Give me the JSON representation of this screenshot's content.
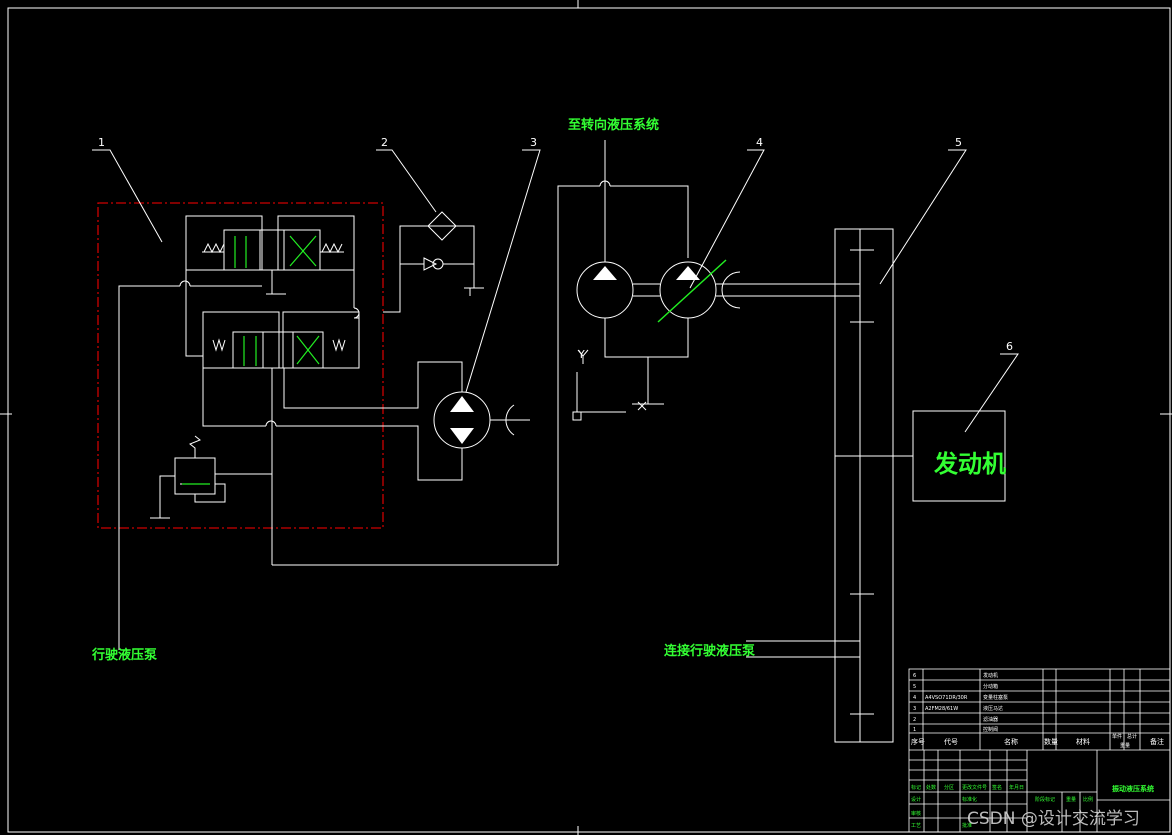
{
  "callouts": [
    "1",
    "2",
    "3",
    "4",
    "5",
    "6"
  ],
  "labels": {
    "to_steering": "至转向液压系统",
    "travel_pump": "行驶液压泵",
    "connect_travel_pump": "连接行驶液压泵",
    "engine": "发动机",
    "port_y": "Y"
  },
  "title_block": {
    "parts": [
      {
        "no": "6",
        "code": "",
        "name": "发动机"
      },
      {
        "no": "5",
        "code": "",
        "name": "分动箱"
      },
      {
        "no": "4",
        "code": "A4VSO71DR/30R",
        "name": "变量柱塞泵"
      },
      {
        "no": "3",
        "code": "A2FM28/61W",
        "name": "液压马达"
      },
      {
        "no": "2",
        "code": "",
        "name": "滤油器"
      },
      {
        "no": "1",
        "code": "",
        "name": "控制阀"
      }
    ],
    "header": {
      "no": "序号",
      "code": "代号",
      "name": "名称",
      "qty": "数量",
      "material": "材料",
      "unit_weight": "单件",
      "total_weight": "总计",
      "weight": "重量",
      "note": "备注"
    },
    "drawing_title": "振动液压系统",
    "rows": [
      "标记",
      "处数",
      "分区",
      "更改文件号",
      "签名",
      "年月日",
      "设计",
      "标准化",
      "审核",
      "工艺",
      "批准",
      "阶段标记",
      "重量",
      "比例"
    ]
  },
  "watermark": "CSDN @设计交流学习"
}
